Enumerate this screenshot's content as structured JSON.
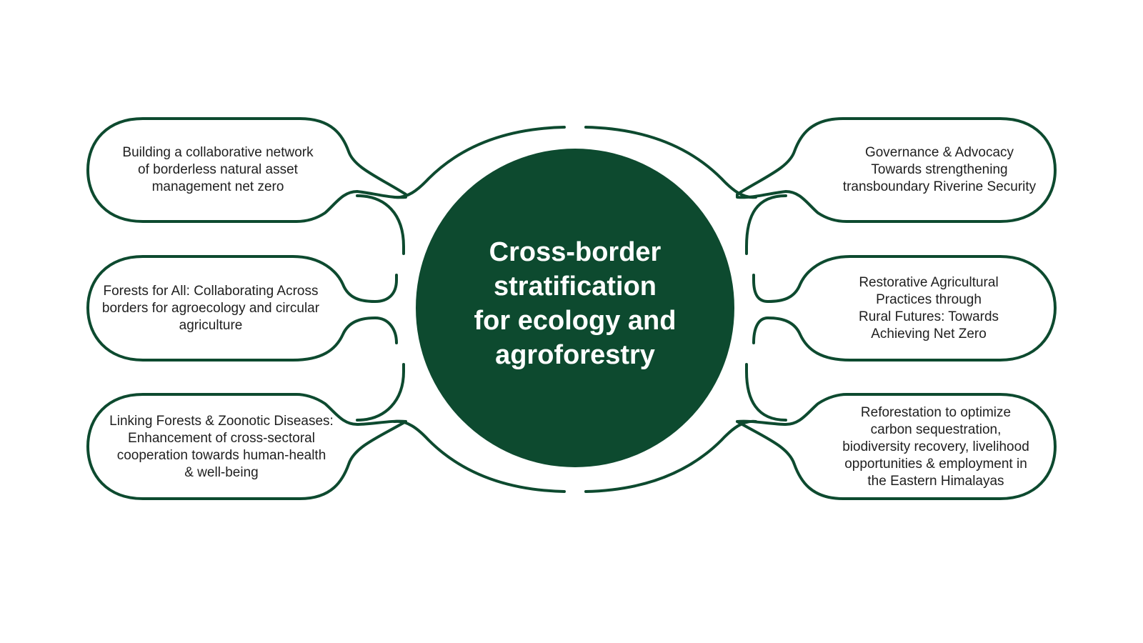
{
  "colors": {
    "accent": "#0d4a2f",
    "text": "#1f1f1f",
    "center_text": "#ffffff",
    "background": "#ffffff"
  },
  "center": {
    "title": "Cross-border\nstratification\nfor ecology and\nagroforestry"
  },
  "nodes": {
    "left_top": "Building a collaborative network\nof borderless natural asset\nmanagement net zero",
    "left_mid": "Forests for All: Collaborating Across\nborders for agroecology and circular\nagriculture",
    "left_bottom": "Linking Forests & Zoonotic Diseases:\nEnhancement of cross-sectoral\ncooperation towards human-health\n& well-being",
    "right_top": "Governance & Advocacy\nTowards strengthening\ntransboundary Riverine Security",
    "right_mid": "Restorative Agricultural\nPractices through\nRural Futures: Towards\nAchieving Net Zero",
    "right_bottom": "Reforestation to optimize\ncarbon sequestration,\nbiodiversity recovery, livelihood\nopportunities & employment in\nthe Eastern Himalayas"
  }
}
